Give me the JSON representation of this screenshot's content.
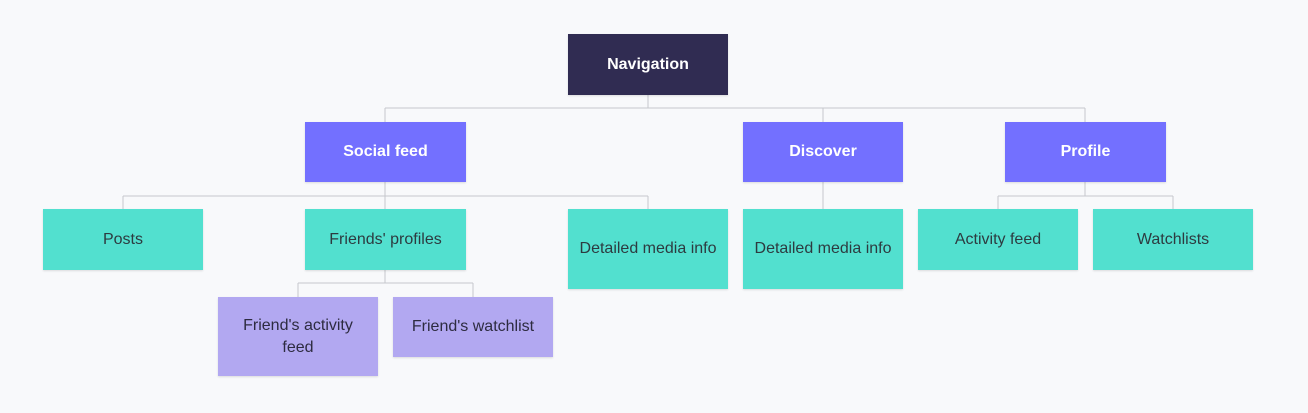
{
  "diagram": {
    "type": "sitemap-tree",
    "colors": {
      "root": "#302c52",
      "section": "#7370ff",
      "page": "#52e0cf",
      "subpage": "#b2a8f1",
      "connector": "#c6c8cc",
      "background": "#f8f9fb"
    },
    "nodes": {
      "navigation": {
        "label": "Navigation",
        "level": "root"
      },
      "social_feed": {
        "label": "Social feed",
        "level": "section",
        "parent": "navigation"
      },
      "discover": {
        "label": "Discover",
        "level": "section",
        "parent": "navigation"
      },
      "profile": {
        "label": "Profile",
        "level": "section",
        "parent": "navigation"
      },
      "posts": {
        "label": "Posts",
        "level": "page",
        "parent": "social_feed"
      },
      "friends_profiles": {
        "label": "Friends' profiles",
        "level": "page",
        "parent": "social_feed"
      },
      "social_media_info": {
        "label": "Detailed media info",
        "level": "page",
        "parent": "social_feed"
      },
      "discover_media_info": {
        "label": "Detailed media info",
        "level": "page",
        "parent": "discover"
      },
      "activity_feed": {
        "label": "Activity feed",
        "level": "page",
        "parent": "profile"
      },
      "watchlists": {
        "label": "Watchlists",
        "level": "page",
        "parent": "profile"
      },
      "friend_activity_feed": {
        "label": "Friend's activity feed",
        "level": "subpage",
        "parent": "friends_profiles"
      },
      "friend_watchlist": {
        "label": "Friend's watchlist",
        "level": "subpage",
        "parent": "friends_profiles"
      }
    }
  }
}
